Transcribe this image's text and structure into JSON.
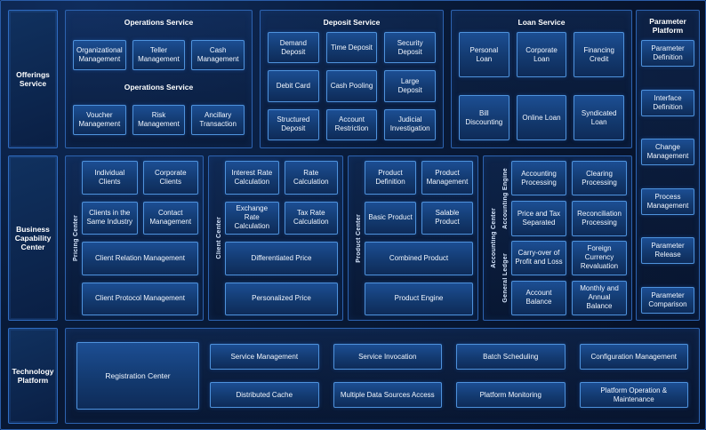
{
  "sidebar": {
    "offerings": "Offerings Service",
    "business": "Business Capability Center",
    "technology": "Technology Platform"
  },
  "operations": {
    "title": "Operations Service",
    "mid_label": "Operations Service",
    "row1": [
      "Organizational Management",
      "Teller Management",
      "Cash Management"
    ],
    "row2": [
      "Voucher Management",
      "Risk Management",
      "Ancillary Transaction"
    ]
  },
  "deposit": {
    "title": "Deposit Service",
    "items": [
      "Demand Deposit",
      "Time Deposit",
      "Security Deposit",
      "Debit Card",
      "Cash Pooling",
      "Large Deposit",
      "Structured Deposit",
      "Account Restriction",
      "Judicial Investigation"
    ]
  },
  "loan": {
    "title": "Loan Service",
    "items": [
      "Personal Loan",
      "Corporate Loan",
      "Financing Credit",
      "Bill Discounting",
      "Online Loan",
      "Syndicated Loan"
    ]
  },
  "parameter": {
    "title": "Parameter Platform",
    "items": [
      "Parameter Definition",
      "Interface Definition",
      "Change Management",
      "Process Management",
      "Parameter Release",
      "Parameter Comparison"
    ]
  },
  "pricing_center": {
    "label": "Pricing Center",
    "cells": [
      "Individual Clients",
      "Corporate Clients",
      "Clients in the Same Industry",
      "Contact Management"
    ],
    "wide": [
      "Client Relation Management",
      "Client Protocol Management"
    ]
  },
  "client_center": {
    "label": "Client Center",
    "cells": [
      "Interest Rate Calculation",
      "Rate Calculation",
      "Exchange Rate Calculation",
      "Tax Rate Calculation"
    ],
    "wide": [
      "Differentiated Price",
      "Personalized Price"
    ]
  },
  "product_center": {
    "label": "Product Center",
    "cells": [
      "Product Definition",
      "Product Management",
      "Basic Product",
      "Salable Product"
    ],
    "wide": [
      "Combined Product",
      "Product Engine"
    ]
  },
  "accounting_center": {
    "label": "Accounting Center",
    "engine": {
      "label": "Accounting Engine",
      "cells": [
        "Accounting Processing",
        "Clearing Processing",
        "Price and Tax Separated",
        "Reconciliation Processing"
      ]
    },
    "ledger": {
      "label": "General Ledger",
      "cells": [
        "Carry-over of Profit and Loss",
        "Foreign Currency Revaluation",
        "Account Balance",
        "Monthly and Annual Balance"
      ]
    }
  },
  "technology": {
    "registration": "Registration Center",
    "row1": [
      "Service Management",
      "Service Invocation",
      "Batch Scheduling",
      "Configuration Management"
    ],
    "row2": [
      "Distributed Cache",
      "Multiple Data Sources Access",
      "Platform Monitoring",
      "Platform Operation & Maintenance"
    ]
  },
  "colors": {
    "background": "#081a38",
    "panel_border": "#2d63b0",
    "box_border": "#4e92dc",
    "box_fill": "#133a70",
    "text": "#f2f7ff"
  }
}
